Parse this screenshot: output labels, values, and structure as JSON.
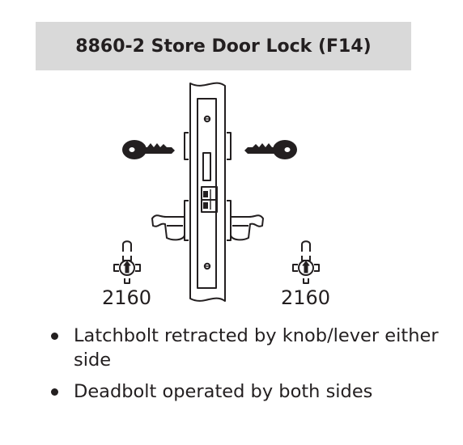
{
  "title": "8860-2 Store Door Lock (F14)",
  "cylinders": {
    "left_label": "2160",
    "right_label": "2160"
  },
  "features": [
    {
      "text": "Latchbolt retracted by knob/lever either side"
    },
    {
      "text": "Deadbolt operated by both sides"
    }
  ],
  "colors": {
    "title_background": "#d9d9d9",
    "ink": "#231f20"
  },
  "icons": [
    "key-icon",
    "lever-handle-icon",
    "cylinder-icon",
    "mortise-lock-body"
  ]
}
